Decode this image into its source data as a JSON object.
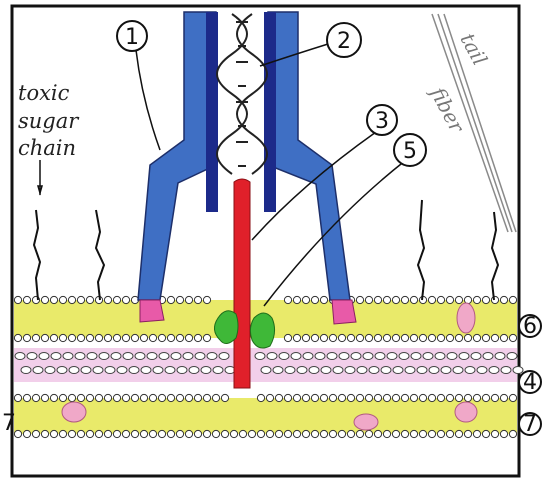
{
  "labels": {
    "toxic_sugar_chain": [
      "toxic",
      "sugar",
      "chain"
    ],
    "tail_fiber": [
      "tail",
      "fiber"
    ],
    "callouts": {
      "n1": "1",
      "n2": "2",
      "n3": "3",
      "n4": "4",
      "n5": "5",
      "n6": "6",
      "n7_right": "7",
      "n7_left": "7"
    }
  },
  "colors": {
    "tail_blue": "#3f6fc4",
    "tube_navy": "#1c2a8a",
    "needle_red": "#e0202a",
    "membrane_yellow": "#e9ea6a",
    "periplasm_pink": "#e7a8d8",
    "anchor_pink": "#e85aa8",
    "protein_green": "#3fb838",
    "dna_line": "#222222"
  }
}
